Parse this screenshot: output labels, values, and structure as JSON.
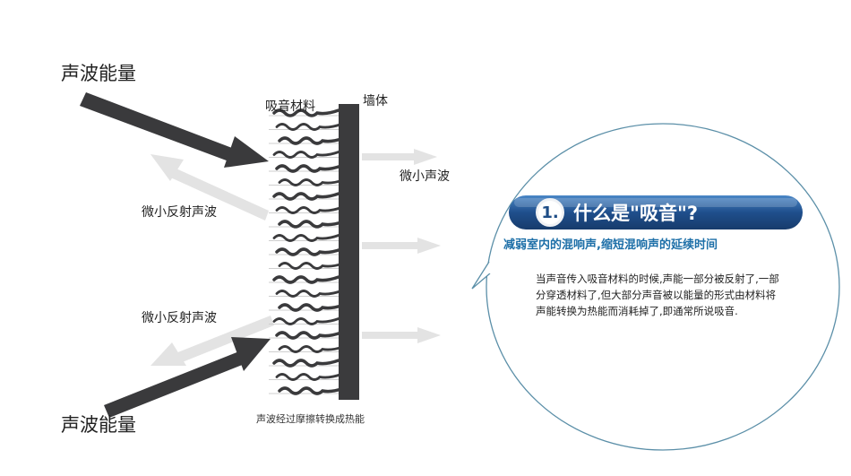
{
  "labels": {
    "sound_energy_top": "声波能量",
    "sound_energy_bottom": "声波能量",
    "absorbing_material": "吸音材料",
    "wall": "墙体",
    "small_transmitted": "微小声波",
    "small_reflected_top": "微小反射声波",
    "small_reflected_bottom": "微小反射声波",
    "friction_to_heat": "声波经过摩擦转换成热能"
  },
  "info": {
    "number": "1.",
    "title": "什么是\"吸音\"?",
    "subtitle": "减弱室内的混响声,缩短混响声的延续时间",
    "description": "当声音传入吸音材料的时候,声能一部分被反射了,一部分穿透材料了,但大部分声音被以能量的形式由材料将声能转换为热能而消耗掉了,即通常所说吸音."
  },
  "colors": {
    "arrow_dark": "#3a3a3c",
    "arrow_light": "#e3e3e3",
    "wall": "#3b3b3d",
    "banner_dark": "#1d3f73",
    "banner_light": "#3d79b8",
    "subtitle": "#1d6fa8",
    "bubble_border": "#5b8fa8"
  }
}
